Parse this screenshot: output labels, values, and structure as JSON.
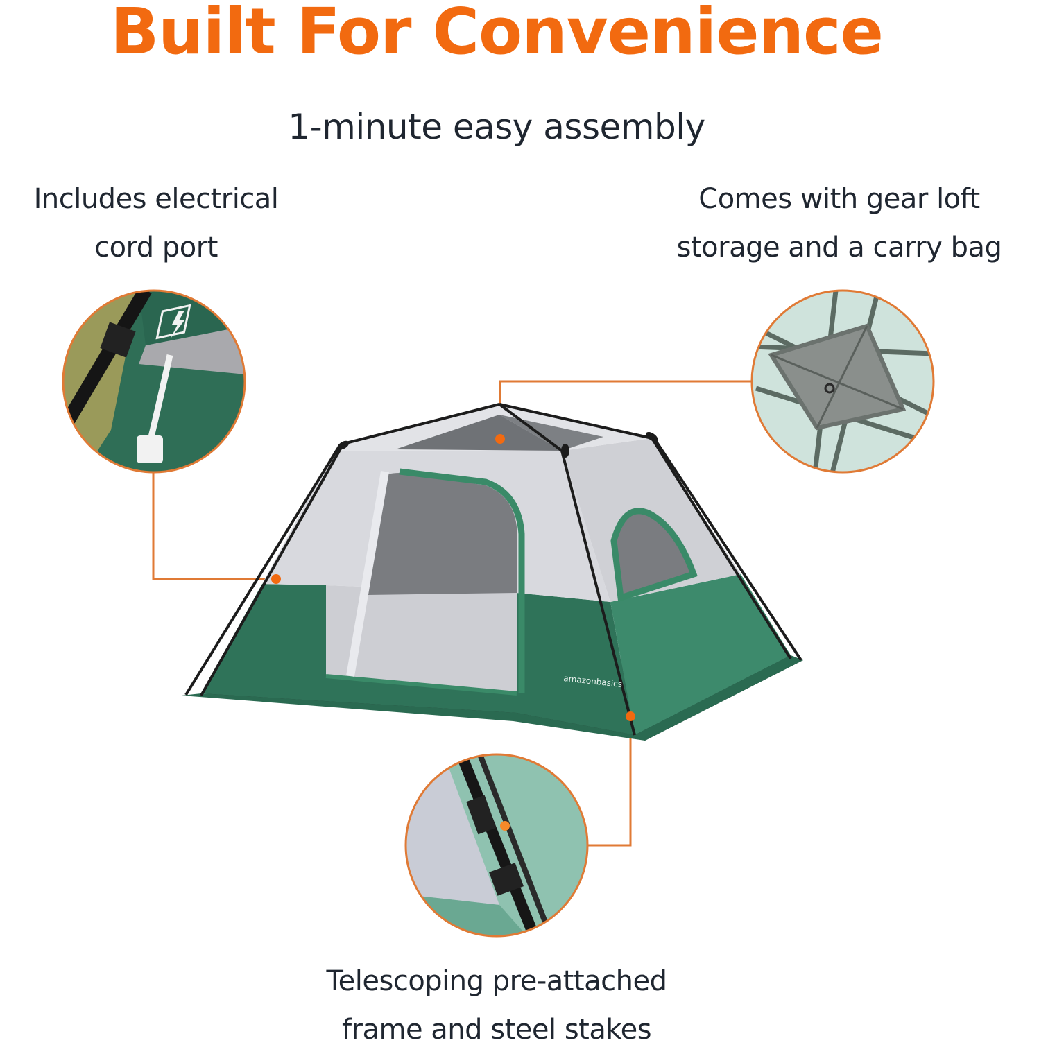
{
  "headline": "Built For Convenience",
  "subheadline": "1-minute easy assembly",
  "features": {
    "electrical": {
      "line1": "Includes electrical",
      "line2": "cord port",
      "icon": "lightning-bolt-icon"
    },
    "gear_loft": {
      "line1": "Comes with gear loft",
      "line2": "storage and a carry bag"
    },
    "frame": {
      "line1": "Telescoping pre-attached",
      "line2": "frame and steel stakes"
    }
  },
  "product": {
    "brand_logo": "amazonbasics"
  },
  "colors": {
    "accent_orange": "#f26a10",
    "connector_orange": "#e07a35",
    "tent_green": "#2f7359",
    "tent_green_light": "#3d8a6c",
    "tent_grey": "#d8d9de",
    "mesh_grey": "#7a7c80",
    "text_dark": "#1f2630"
  }
}
